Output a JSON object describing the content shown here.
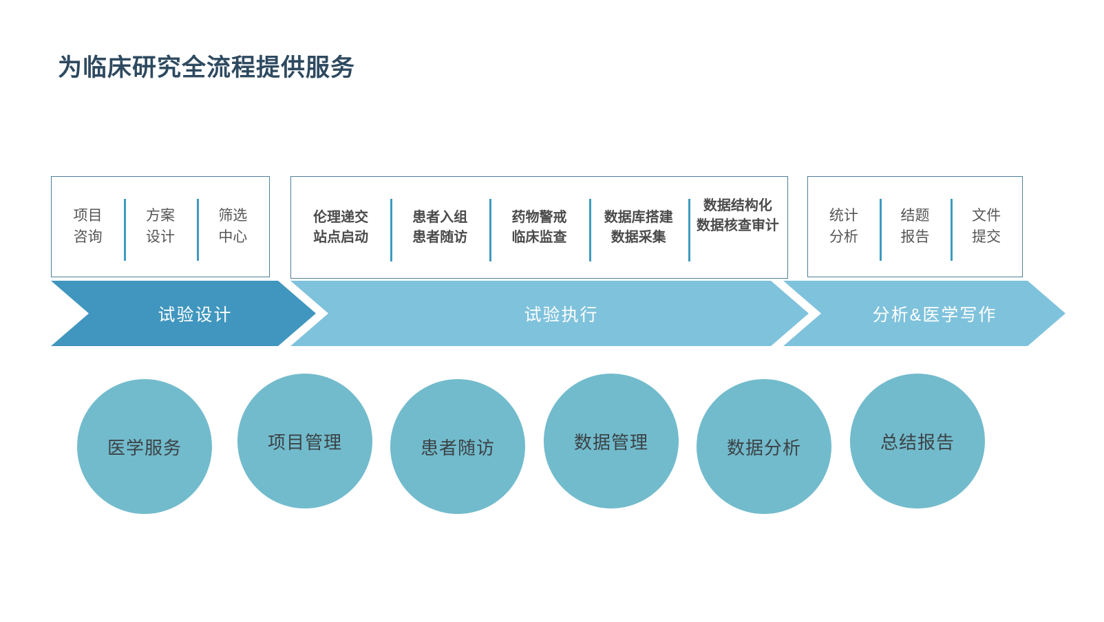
{
  "slide": {
    "title": "为临床研究全流程提供服务",
    "background_color": "#ffffff",
    "title_color": "#2e4a60"
  },
  "colors": {
    "chevron_dark": "#4096be",
    "chevron_light": "#7fc2dc",
    "circle_fill": "#72bbcc",
    "box_border": "#4a7f98",
    "divider": "#3d9abf",
    "body_text": "#4a4a4a"
  },
  "phases": [
    {
      "stage_label": "试验设计",
      "stage_color": "#4096be",
      "tasks": [
        "项目\n咨询",
        "方案\n设计",
        "筛选\n中心"
      ]
    },
    {
      "stage_label": "试验执行",
      "stage_color": "#7fc2dc",
      "tasks": [
        "伦理递交\n站点启动",
        "患者入组\n患者随访",
        "药物警戒\n临床监查",
        "数据库搭建\n数据采集",
        "数据结构化\n数据核查审计"
      ]
    },
    {
      "stage_label": "分析&医学写作",
      "stage_color": "#7fc2dc",
      "tasks": [
        "统计\n分析",
        "结题\n报告",
        "文件\n提交"
      ]
    }
  ],
  "services": [
    "医学服务",
    "项目管理",
    "患者随访",
    "数据管理",
    "数据分析",
    "总结报告"
  ]
}
